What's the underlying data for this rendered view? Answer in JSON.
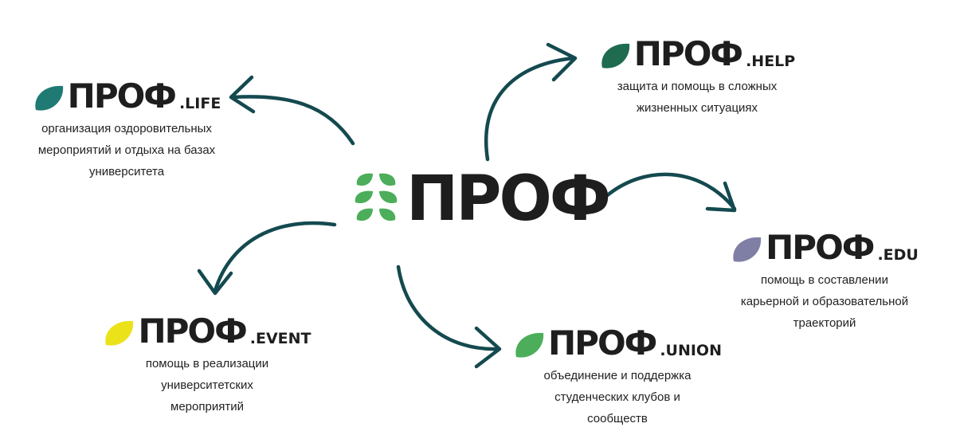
{
  "main": {
    "brand": "ПРОФ",
    "leaf_color": "#4cae5a"
  },
  "nodes": {
    "life": {
      "brand": "ПРОФ",
      "suffix": ".LIFE",
      "leaf_color": "#1f7a74",
      "desc": [
        "организация оздоровительных",
        "мероприятий и отдыха на базах",
        "университета"
      ]
    },
    "help": {
      "brand": "ПРОФ",
      "suffix": ".HELP",
      "leaf_color": "#1f6b50",
      "desc": [
        "защита и помощь в сложных",
        "жизненных ситуациях"
      ]
    },
    "edu": {
      "brand": "ПРОФ",
      "suffix": ".EDU",
      "leaf_color": "#7f7fa6",
      "desc": [
        "помощь в составлении",
        "карьерной и образовательной",
        "траекторий"
      ]
    },
    "event": {
      "brand": "ПРОФ",
      "suffix": ".EVENT",
      "leaf_color": "#ece21a",
      "desc": [
        "помощь в реализации",
        "университетских",
        "мероприятий"
      ]
    },
    "union": {
      "brand": "ПРОФ",
      "suffix": ".UNION",
      "leaf_color": "#4cae5a",
      "desc": [
        "объединение и поддержка",
        "студенческих клубов и",
        "сообществ"
      ]
    }
  },
  "arrow_color": "#144a4f"
}
